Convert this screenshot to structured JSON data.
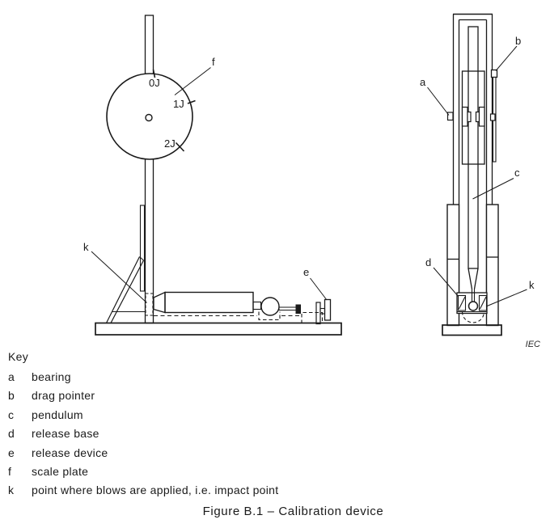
{
  "figure": {
    "caption": "Figure B.1 – Calibration device",
    "source_tag": "IEC"
  },
  "key": {
    "title": "Key",
    "items": [
      {
        "letter": "a",
        "description": "bearing"
      },
      {
        "letter": "b",
        "description": "drag pointer"
      },
      {
        "letter": "c",
        "description": "pendulum"
      },
      {
        "letter": "d",
        "description": "release base"
      },
      {
        "letter": "e",
        "description": "release device"
      },
      {
        "letter": "f",
        "description": "scale plate"
      },
      {
        "letter": "k",
        "description": "point where blows are applied, i.e. impact point"
      }
    ]
  },
  "side_view": {
    "scale_labels": [
      "0J",
      "1J",
      "2J"
    ],
    "part_labels": {
      "f": "f",
      "k": "k",
      "e": "e"
    }
  },
  "front_view": {
    "part_labels": {
      "a": "a",
      "b": "b",
      "c": "c",
      "d": "d",
      "k": "k"
    }
  },
  "colors": {
    "ink": "#1a1a1a",
    "background": "#ffffff"
  }
}
